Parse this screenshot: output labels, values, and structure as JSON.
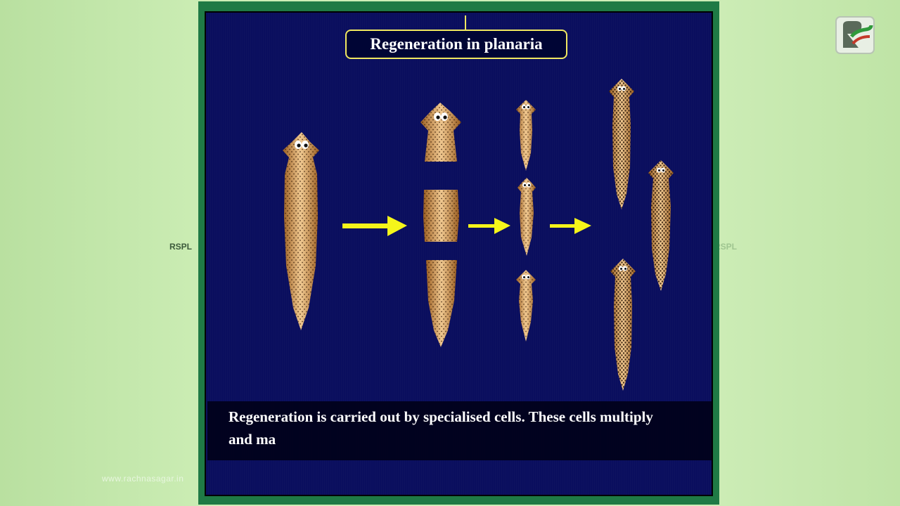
{
  "title": "Regeneration in planaria",
  "caption": {
    "line1": "Regeneration is carried out by specialised cells. These cells multiply",
    "line2": "and ma"
  },
  "watermark": {
    "left": "RSPL",
    "right": "RSPL",
    "url": "www.rachnasagar.in"
  },
  "colors": {
    "stage_bg": "#0a0e5e",
    "frame": "#1f7a45",
    "title_border": "#f0e860",
    "arrow": "#f5f51a",
    "planaria_body": "#c9873a",
    "planaria_spots": "#3a1e08"
  }
}
